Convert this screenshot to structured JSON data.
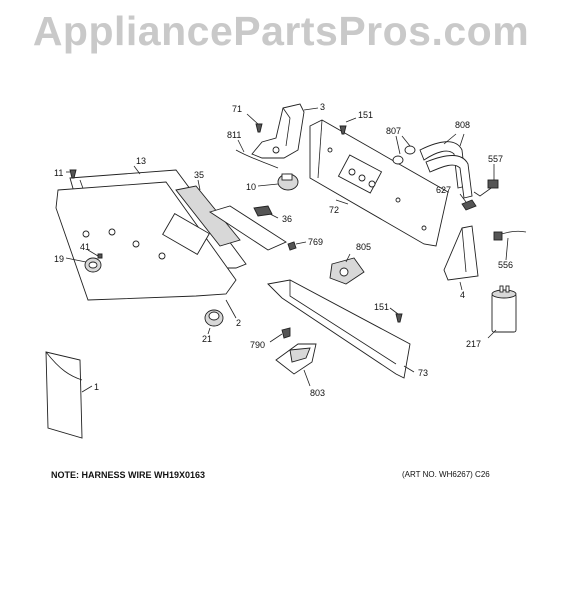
{
  "watermark": "AppliancePartsPros.com",
  "note": "NOTE: HARNESS WIRE WH19X0163",
  "art_no": "(ART NO. WH6267) C26",
  "callouts": {
    "c71": "71",
    "c3": "3",
    "c151a": "151",
    "c807": "807",
    "c808": "808",
    "c811": "811",
    "c557": "557",
    "c13": "13",
    "c11": "11",
    "c35": "35",
    "c10": "10",
    "c627": "627",
    "c72": "72",
    "c36": "36",
    "c769": "769",
    "c805": "805",
    "c41": "41",
    "c19": "19",
    "c556": "556",
    "c4": "4",
    "c151b": "151",
    "c2": "2",
    "c21": "21",
    "c217": "217",
    "c790": "790",
    "c73": "73",
    "c803": "803",
    "c1": "1"
  }
}
